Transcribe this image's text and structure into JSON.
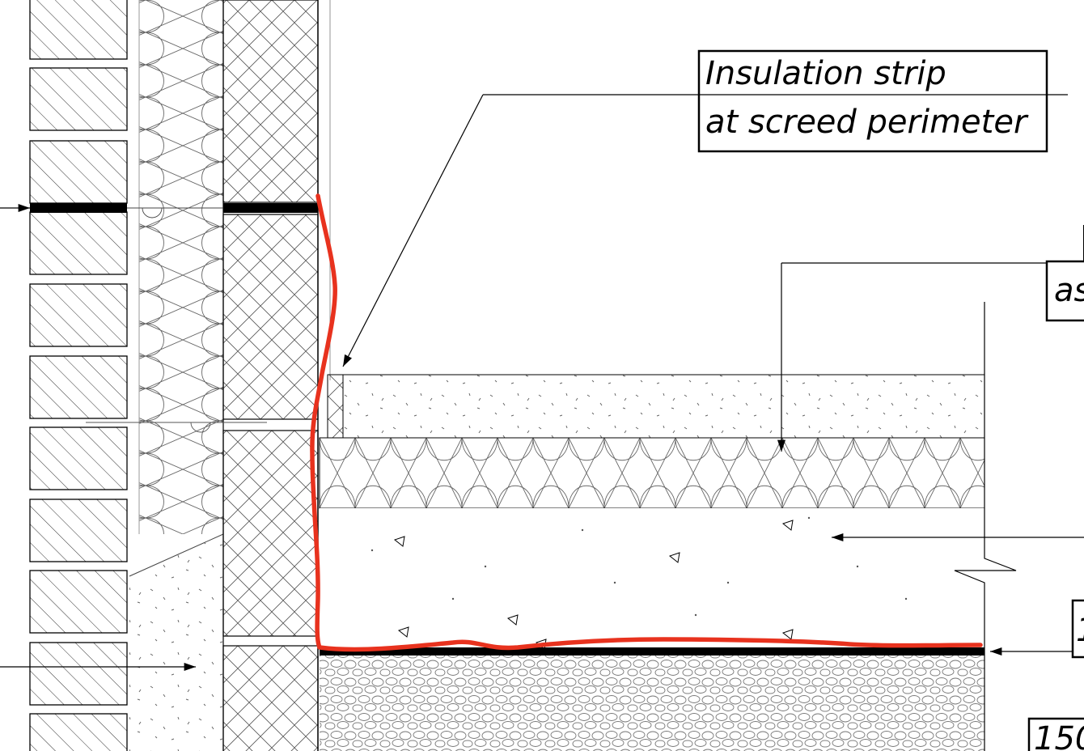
{
  "drawing": {
    "title": "",
    "callouts": [
      {
        "id": "insulation-strip",
        "lines": [
          "Insulation strip",
          "at screed perimeter"
        ]
      },
      {
        "id": "cut-right-1",
        "lines": [
          "as"
        ]
      },
      {
        "id": "cut-right-2",
        "lines": [
          "1"
        ]
      },
      {
        "id": "cut-right-3",
        "lines": [
          "150"
        ]
      }
    ],
    "colors": {
      "linework": "#000000",
      "markup": "#e8321e",
      "hatch": "#4a4a4a",
      "background": "#ffffff"
    },
    "layers": [
      "brick-course",
      "mineral-wool-insulation",
      "concrete-block-wall",
      "screed",
      "floor-insulation",
      "concrete-slab",
      "damp-proof-membrane",
      "gravel-fill"
    ]
  }
}
